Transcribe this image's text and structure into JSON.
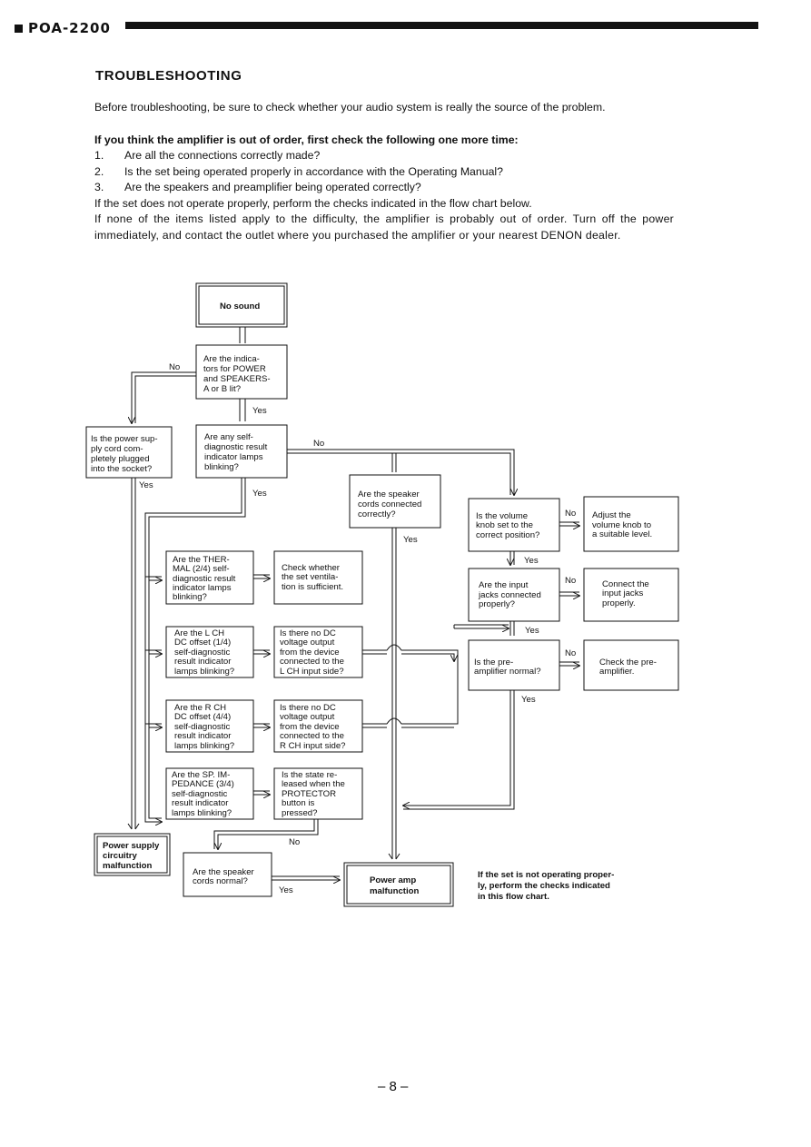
{
  "header": {
    "model": "POA-2200"
  },
  "title": "TROUBLESHOOTING",
  "intro": "Before troubleshooting, be sure to check whether your audio system is really the source of the problem.",
  "check_heading": "If you think the amplifier is out of order, first check the following one more time:",
  "checklist": [
    {
      "num": "1.",
      "text": "Are all the connections correctly made?"
    },
    {
      "num": "2.",
      "text": "Is the set being operated properly in accordance with the Operating Manual?"
    },
    {
      "num": "3.",
      "text": "Are the speakers and preamplifier being operated correctly?"
    }
  ],
  "after_1": "If the set does not operate properly, perform the checks indicated in the flow chart below.",
  "after_2": "If none of the items listed apply to the difficulty, the amplifier is probably out of order. Turn off the power immediately, and contact the outlet where you purchased the amplifier or your nearest DENON dealer.",
  "flow": {
    "no_sound": "No sound",
    "q_indicators": [
      "Are the indica-",
      "tors for POWER",
      "and SPEAKERS-",
      "A or B lit?"
    ],
    "q_power_cord": [
      "Is the power sup-",
      "ply cord com-",
      "pletely plugged",
      "into the socket?"
    ],
    "q_self_diag": [
      "Are any self-",
      "diagnostic result",
      "indicator lamps",
      "blinking?"
    ],
    "q_speaker_cords": [
      "Are the speaker",
      "cords connected",
      "correctly?"
    ],
    "q_volume": [
      "Is the volume",
      "knob set to the",
      "correct position?"
    ],
    "a_volume": [
      "Adjust the",
      "volume knob to",
      "a suitable level."
    ],
    "q_input": [
      "Are the input",
      "jacks connected",
      "properly?"
    ],
    "a_input": [
      "Connect the",
      "input jacks",
      "properly."
    ],
    "q_preamp": [
      "Is the pre-",
      "amplifier normal?"
    ],
    "a_preamp": [
      "Check the pre-",
      "amplifier."
    ],
    "q_thermal": [
      "Are the THER-",
      "MAL (2/4) self-",
      "diagnostic result",
      "indicator lamps",
      "blinking?"
    ],
    "a_thermal": [
      "Check whether",
      "the set ventila-",
      "tion is sufficient."
    ],
    "q_lch": [
      "Are the L CH",
      "DC offset (1/4)",
      "self-diagnostic",
      "result indicator",
      "lamps blinking?"
    ],
    "a_lch": [
      "Is there no DC",
      "voltage output",
      "from the device",
      "connected to the",
      "L CH input side?"
    ],
    "q_rch": [
      "Are the R CH",
      "DC offset (4/4)",
      "self-diagnostic",
      "result indicator",
      "lamps blinking?"
    ],
    "a_rch": [
      "Is there no DC",
      "voltage output",
      "from the device",
      "connected to the",
      "R CH input side?"
    ],
    "q_imped": [
      "Are the SP. IM-",
      "PEDANCE (3/4)",
      "self-diagnostic",
      "result indicator",
      "lamps blinking?"
    ],
    "a_imped": [
      "Is the state re-",
      "leased when the",
      "PROTECTOR",
      "button is",
      "pressed?"
    ],
    "power_supply": [
      "Power supply",
      "circuitry",
      "malfunction"
    ],
    "q_speaker_normal": [
      "Are the speaker",
      "cords normal?"
    ],
    "power_amp": [
      "Power amp",
      "malfunction"
    ],
    "yes": "Yes",
    "no": "No",
    "note": [
      "If the set is not operating proper-",
      "ly, perform the checks indicated",
      "in this flow chart."
    ]
  },
  "page_number": "– 8 –"
}
